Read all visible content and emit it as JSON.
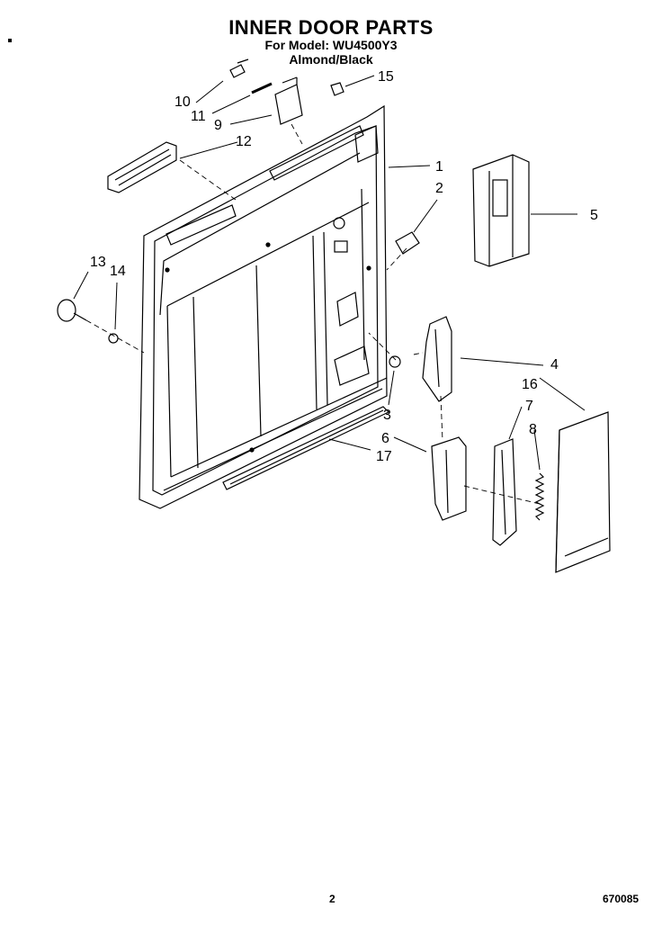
{
  "header": {
    "title": "INNER DOOR PARTS",
    "model_line": "For Model: WU4500Y3",
    "color_line": "Almond/Black"
  },
  "footer": {
    "page_number": "2",
    "doc_code": "670085"
  },
  "callouts": [
    "1",
    "2",
    "3",
    "4",
    "5",
    "6",
    "7",
    "8",
    "9",
    "10",
    "11",
    "12",
    "13",
    "14",
    "15",
    "16",
    "17"
  ]
}
